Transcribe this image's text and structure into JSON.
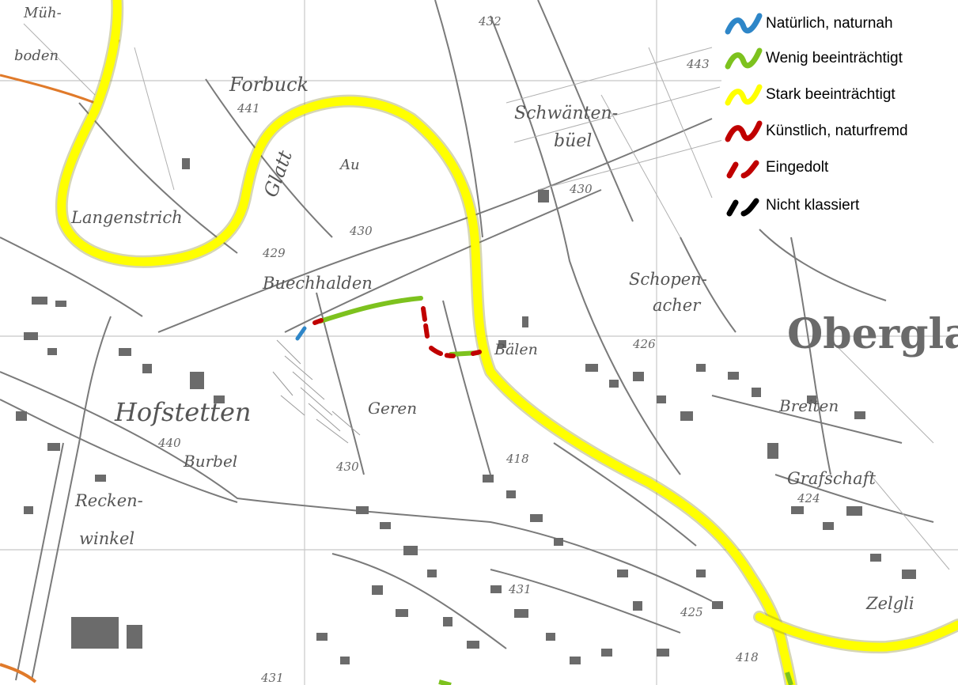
{
  "map": {
    "place_names": {
      "muehleboden_1": "Müh-",
      "muehleboden_2": "boden",
      "forbuck": "Forbuck",
      "forbuck_elev": "441",
      "glatt": "Glatt",
      "au": "Au",
      "langenstrich": "Langenstrich",
      "schwaenten_1": "Schwänten-",
      "schwaenten_2": "büel",
      "buechhalden": "Buechhalden",
      "schopen_1": "Schopen-",
      "schopen_2": "acher",
      "oberglatt": "Obergla",
      "baelen": "Bälen",
      "hofstetten": "Hofstetten",
      "geren": "Geren",
      "breiten": "Breiten",
      "burbel": "Burbel",
      "grafschaft": "Grafschaft",
      "recken_1": "Recken-",
      "recken_2": "winkel",
      "zelgli": "Zelgli"
    },
    "elevations": {
      "e432": "432",
      "e443": "443",
      "e430a": "430",
      "e430b": "430",
      "e429": "429",
      "e426": "426",
      "e440": "440",
      "e430c": "430",
      "e418a": "418",
      "e424": "424",
      "e431a": "431",
      "e425": "425",
      "e418b": "418",
      "e431b": "431"
    }
  },
  "legend": {
    "items": [
      {
        "label": "Natürlich, naturnah",
        "color": "#2e86c8",
        "style": "solid"
      },
      {
        "label": "Wenig beeinträchtigt",
        "color": "#7dc21e",
        "style": "solid"
      },
      {
        "label": "Stark beeinträchtigt",
        "color": "#ffff00",
        "style": "solid"
      },
      {
        "label": "Künstlich, naturfremd",
        "color": "#c00000",
        "style": "solid"
      },
      {
        "label": "Eingedolt",
        "color": "#c00000",
        "style": "dashed"
      },
      {
        "label": "Nicht klassiert",
        "color": "#000000",
        "style": "dashed"
      }
    ]
  }
}
